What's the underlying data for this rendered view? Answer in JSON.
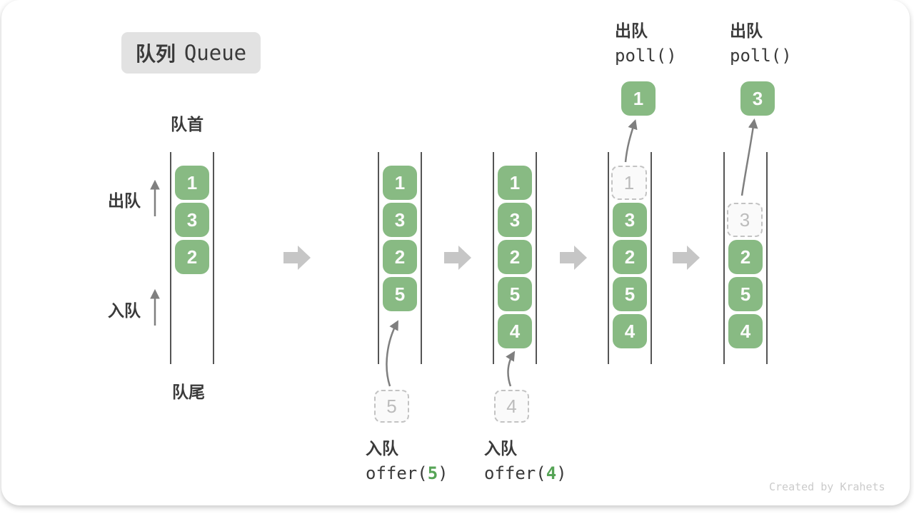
{
  "title": {
    "zh": "队列",
    "en": "Queue"
  },
  "labels": {
    "front": "队首",
    "rear": "队尾",
    "dequeue_side": "出队",
    "enqueue_side": "入队"
  },
  "colors": {
    "element_green": "#88ba83",
    "code_arg_green": "#56a456",
    "ghost_gray": "#bcbcbc",
    "wall_gray": "#555555",
    "big_arrow_gray": "#c6c6c6",
    "small_arrow_gray": "#7f7f7f",
    "title_bg": "#e2e2e2",
    "watermark_gray": "#cbcbcb"
  },
  "queues": [
    {
      "name": "state-initial",
      "cells": [
        {
          "v": "1"
        },
        {
          "v": "3"
        },
        {
          "v": "2"
        }
      ]
    },
    {
      "name": "state-offer-5",
      "cells": [
        {
          "v": "1"
        },
        {
          "v": "3"
        },
        {
          "v": "2"
        },
        {
          "v": "5"
        }
      ],
      "staged": "5",
      "action_zh": "入队",
      "action_code_pre": "offer(",
      "action_arg": "5",
      "action_code_post": ")"
    },
    {
      "name": "state-offer-4",
      "cells": [
        {
          "v": "1"
        },
        {
          "v": "3"
        },
        {
          "v": "2"
        },
        {
          "v": "5"
        },
        {
          "v": "4"
        }
      ],
      "staged": "4",
      "action_zh": "入队",
      "action_code_pre": "offer(",
      "action_arg": "4",
      "action_code_post": ")"
    },
    {
      "name": "state-poll-1",
      "cells": [
        {
          "v": "1",
          "ghost": true
        },
        {
          "v": "3"
        },
        {
          "v": "2"
        },
        {
          "v": "5"
        },
        {
          "v": "4"
        }
      ],
      "removed": "1",
      "action_zh": "出队",
      "action_code": "poll()"
    },
    {
      "name": "state-poll-3",
      "cells": [
        {
          "v": "3",
          "ghost": true
        },
        {
          "v": "2"
        },
        {
          "v": "5"
        },
        {
          "v": "4"
        }
      ],
      "removed": "3",
      "action_zh": "出队",
      "action_code": "poll()"
    }
  ],
  "watermark": "Created by Krahets"
}
